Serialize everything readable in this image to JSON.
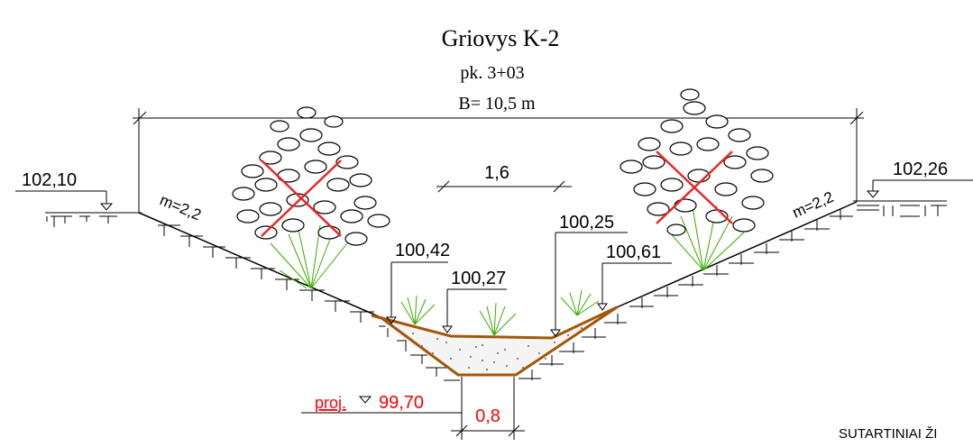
{
  "title": "Griovys K-2",
  "station": "pk. 3+03",
  "width_label": "B= 10,5 m",
  "left_slope": "m=2,2",
  "right_slope": "m=2,2",
  "bottom_dim": "1,6",
  "ground_left": "102,10",
  "ground_right": "102,26",
  "levels": {
    "left_edge": "100,42",
    "center_left": "100,27",
    "center_right": "100,25",
    "right_edge": "100,61"
  },
  "design_prefix": "proj.",
  "design_level": "99,70",
  "bottom_width": "0,8",
  "corner_note": "SUTARTINIAI ŽI",
  "colors": {
    "ink": "#000000",
    "design": "#ff0000",
    "sediment": "#a0580a",
    "vegetation": "#3aa800",
    "remove_cross": "#e8282a"
  }
}
